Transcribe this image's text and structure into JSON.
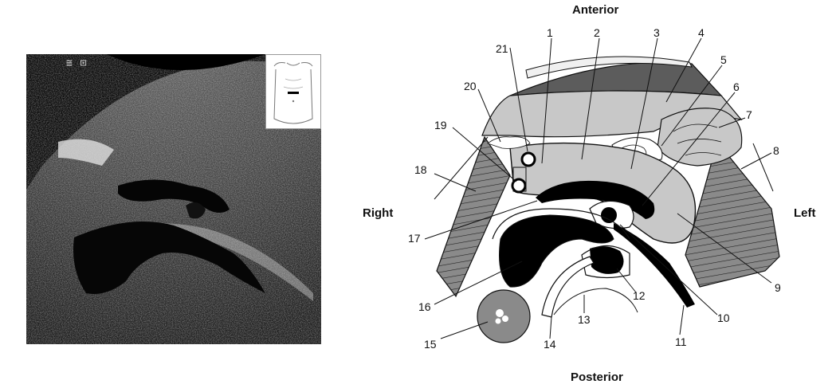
{
  "orientation": {
    "anterior": "Anterior",
    "posterior": "Posterior",
    "right": "Right",
    "left": "Left"
  },
  "scan": {
    "marker_text": "≅ ⊡"
  },
  "labels": [
    "1",
    "2",
    "3",
    "4",
    "5",
    "6",
    "7",
    "8",
    "9",
    "10",
    "11",
    "12",
    "13",
    "14",
    "15",
    "16",
    "17",
    "18",
    "19",
    "20",
    "21"
  ],
  "colors": {
    "dark_gray": "#5c5c5c",
    "mid_gray": "#8a8a8a",
    "light_gray": "#c8c8c8",
    "black": "#000000"
  }
}
